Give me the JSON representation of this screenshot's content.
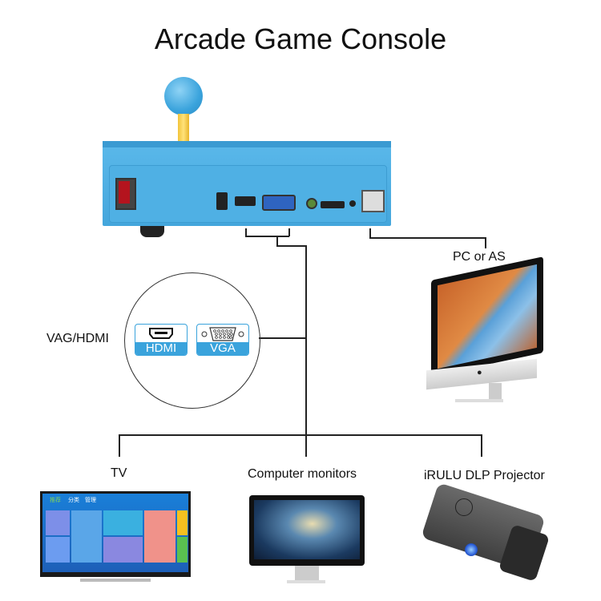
{
  "title": "Arcade Game Console",
  "console": {
    "name": "arcade-console-back-panel",
    "ports": [
      "power-switch",
      "dc-power",
      "hdmi",
      "vga",
      "audio",
      "micro-usb",
      "reset",
      "usb"
    ]
  },
  "labels": {
    "pc": "PC or AS",
    "vga_hdmi": "VAG/HDMI",
    "tv": "TV",
    "monitors": "Computer monitors",
    "projector": "iRULU DLP Projector"
  },
  "badges": {
    "hdmi": "HDMI",
    "vga": "VGA"
  },
  "tv_ui": {
    "tabs": [
      "推荐",
      "分类",
      "管理"
    ]
  },
  "colors": {
    "console_blue": "#4fb0e4",
    "badge_blue": "#3aa3dc",
    "joystick_yellow": "#f2c43a",
    "line": "#222222"
  }
}
